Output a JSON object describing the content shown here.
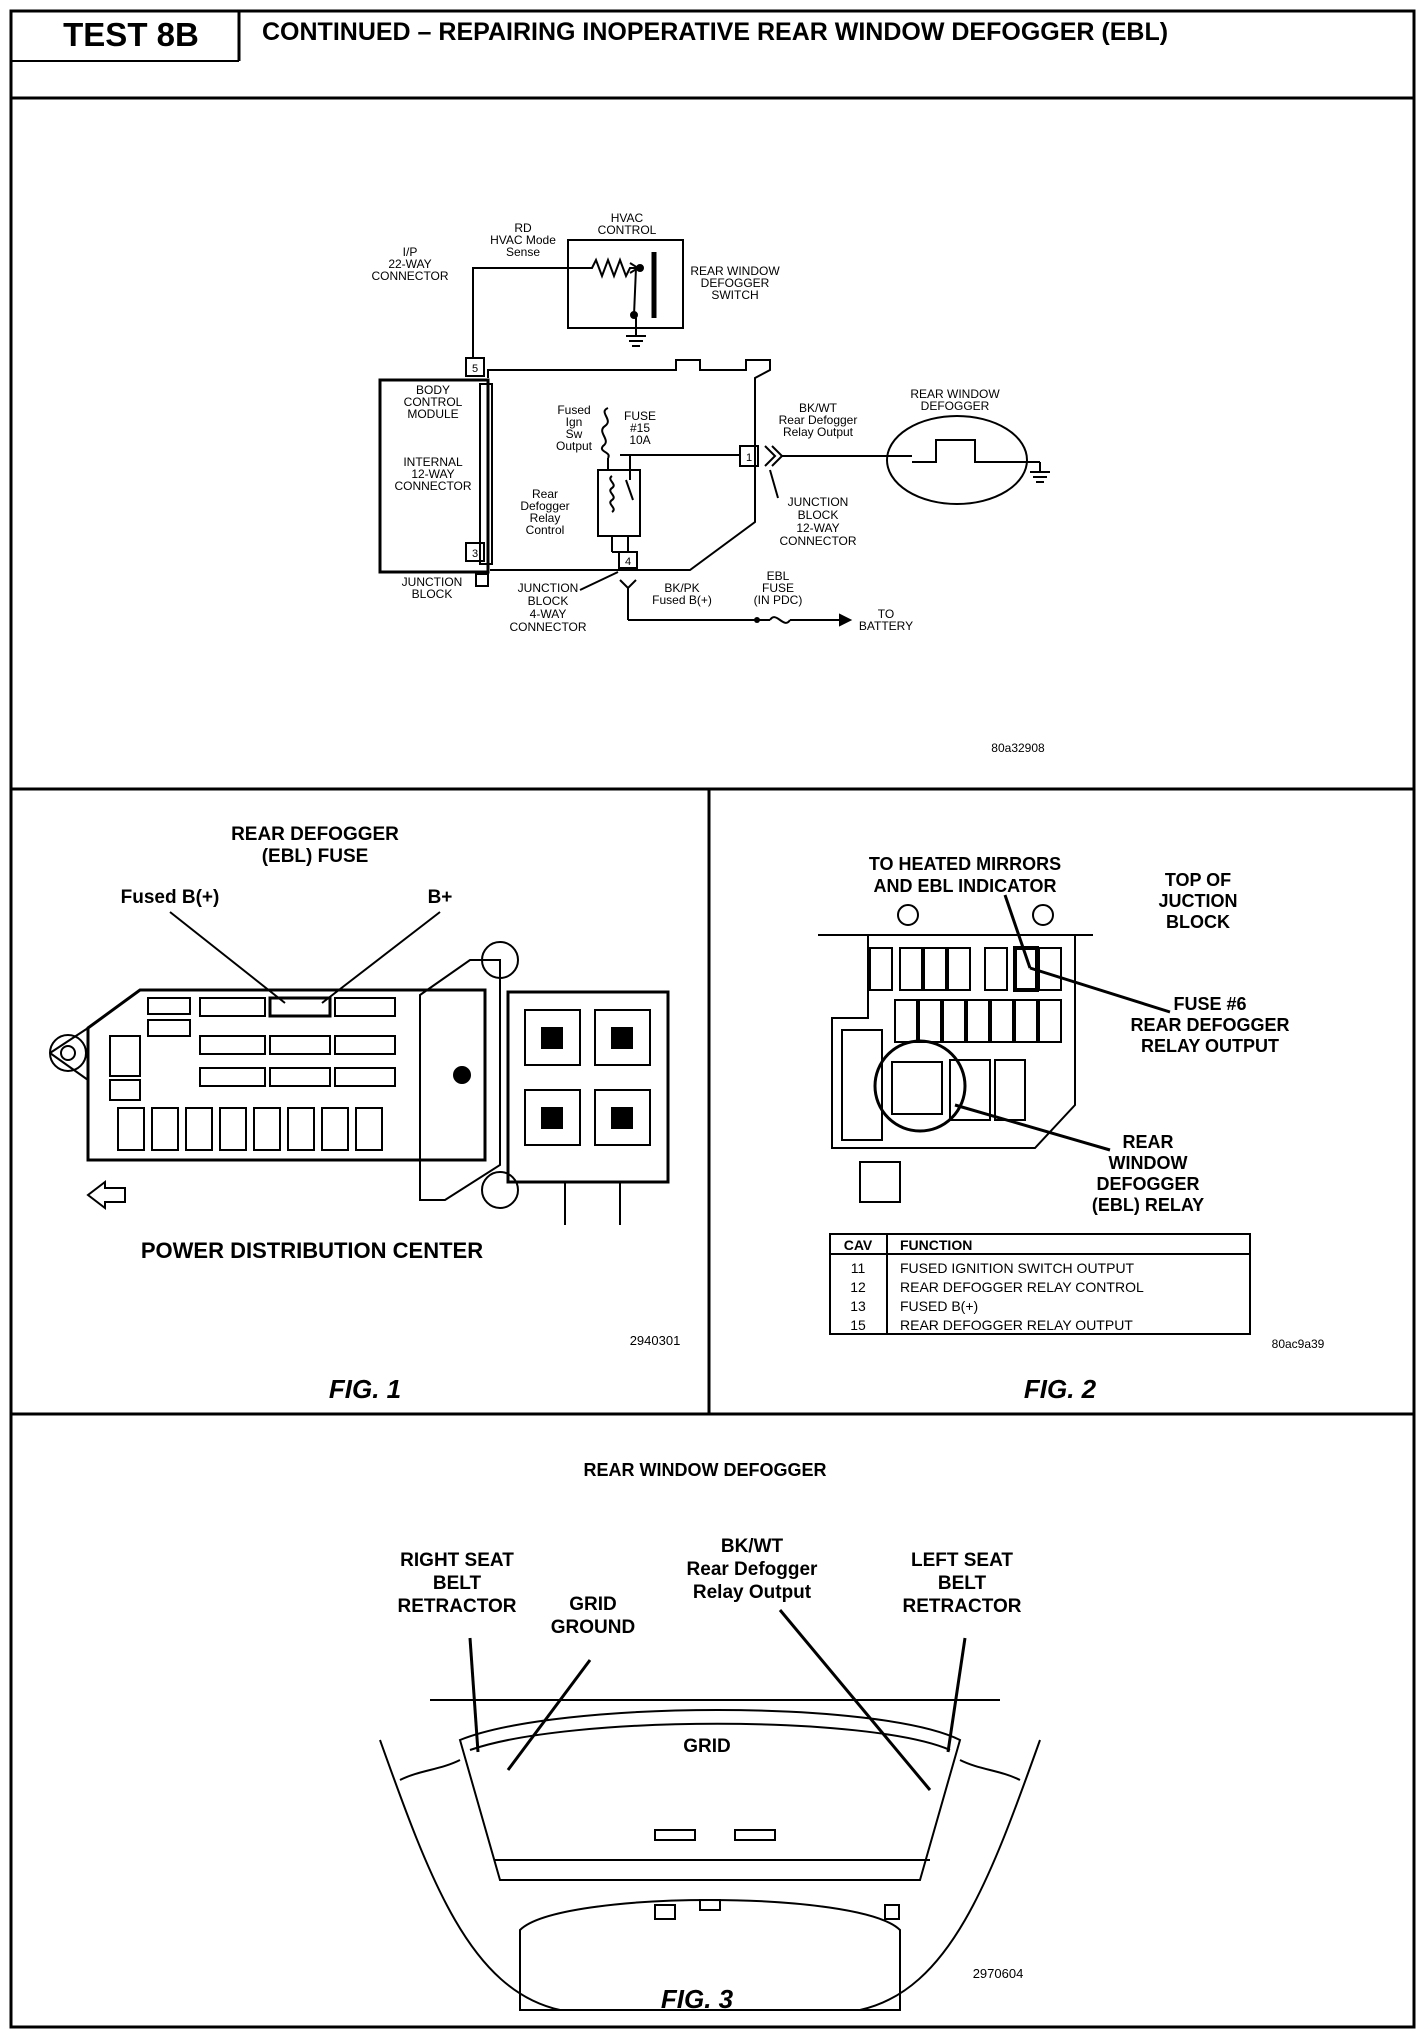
{
  "header": {
    "test_label": "TEST 8B",
    "title": "CONTINUED – REPAIRING INOPERATIVE REAR WINDOW DEFOGGER (EBL)"
  },
  "schematic": {
    "ip_connector": [
      "I/P",
      "22-WAY",
      "CONNECTOR"
    ],
    "rd_label": [
      "RD",
      "HVAC Mode",
      "Sense"
    ],
    "hvac_control": [
      "HVAC",
      "CONTROL"
    ],
    "defogger_switch": [
      "REAR WINDOW",
      "DEFOGGER",
      "SWITCH"
    ],
    "bcm": [
      "BODY",
      "CONTROL",
      "MODULE"
    ],
    "internal_connector": [
      "INTERNAL",
      "12-WAY",
      "CONNECTOR"
    ],
    "fused_ign": [
      "Fused",
      "Ign",
      "Sw",
      "Output"
    ],
    "fuse15": [
      "FUSE",
      "#15",
      "10A"
    ],
    "bkwt": [
      "BK/WT",
      "Rear Defogger",
      "Relay Output"
    ],
    "rear_window_defogger": [
      "REAR WINDOW",
      "DEFOGGER"
    ],
    "relay_control": [
      "Rear",
      "Defogger",
      "Relay",
      "Control"
    ],
    "jb12": [
      "JUNCTION",
      "BLOCK",
      "12-WAY",
      "CONNECTOR"
    ],
    "junction_block": [
      "JUNCTION",
      "BLOCK"
    ],
    "jb4": [
      "JUNCTION",
      "BLOCK",
      "4-WAY",
      "CONNECTOR"
    ],
    "bkpk": [
      "BK/PK",
      "Fused B(+)"
    ],
    "ebl_fuse": [
      "EBL",
      "FUSE",
      "(IN PDC)"
    ],
    "to_battery": [
      "TO",
      "BATTERY"
    ],
    "pin5": "5",
    "pin3": "3",
    "pin1": "1",
    "pin4": "4",
    "code": "80a32908"
  },
  "fig1": {
    "title": [
      "REAR DEFOGGER",
      "(EBL) FUSE"
    ],
    "fused_b": "Fused B(+)",
    "b_plus": "B+",
    "pdc": "POWER DISTRIBUTION CENTER",
    "code": "2940301",
    "caption": "FIG. 1"
  },
  "fig2": {
    "heated_mirrors": [
      "TO HEATED MIRRORS",
      "AND EBL INDICATOR"
    ],
    "top_of": [
      "TOP OF",
      "JUCTION",
      "BLOCK"
    ],
    "fuse6": [
      "FUSE #6",
      "REAR DEFOGGER",
      "RELAY OUTPUT"
    ],
    "relay": [
      "REAR",
      "WINDOW",
      "DEFOGGER",
      "(EBL) RELAY"
    ],
    "table_headers": [
      "CAV",
      "FUNCTION"
    ],
    "table_rows": [
      [
        "11",
        "FUSED IGNITION SWITCH OUTPUT"
      ],
      [
        "12",
        "REAR DEFOGGER RELAY CONTROL"
      ],
      [
        "13",
        "FUSED B(+)"
      ],
      [
        "15",
        "REAR DEFOGGER RELAY OUTPUT"
      ]
    ],
    "code": "80ac9a39",
    "caption": "FIG. 2"
  },
  "fig3": {
    "title": "REAR WINDOW DEFOGGER",
    "right_seat": [
      "RIGHT SEAT",
      "BELT",
      "RETRACTOR"
    ],
    "grid_ground": [
      "GRID",
      "GROUND"
    ],
    "bkwt": [
      "BK/WT",
      "Rear Defogger",
      "Relay Output"
    ],
    "left_seat": [
      "LEFT SEAT",
      "BELT",
      "RETRACTOR"
    ],
    "grid": "GRID",
    "code": "2970604",
    "caption": "FIG. 3"
  }
}
